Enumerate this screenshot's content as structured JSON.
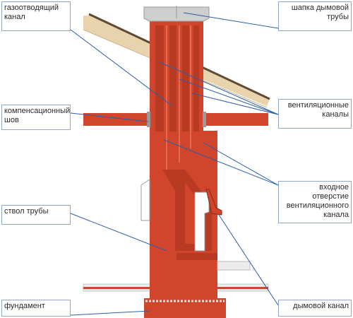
{
  "colors": {
    "brick": "#d0452c",
    "brick_dark": "#b83a22",
    "brick_light": "#e26a4e",
    "cap": "#cfcfcf",
    "roof_wood": "#e8d3ad",
    "roof_edge": "#5f4a35",
    "leader": "#2b5ea8",
    "box_border": "#8fa8c8",
    "floor_slab": "#ececec",
    "foundation_stripe": "#e0e0e0"
  },
  "labels": {
    "gas_channel": "газоотводящий канал",
    "compensation_seam": "компенсационный шов",
    "pipe_trunk": "ствол трубы",
    "foundation": "фундамент",
    "chimney_cap": "шапка дымовой трубы",
    "vent_channels": "вентиляционные каналы",
    "vent_inlet": "входное отверстие вентиляционного канала",
    "smoke_channel": "дымовой канал"
  }
}
